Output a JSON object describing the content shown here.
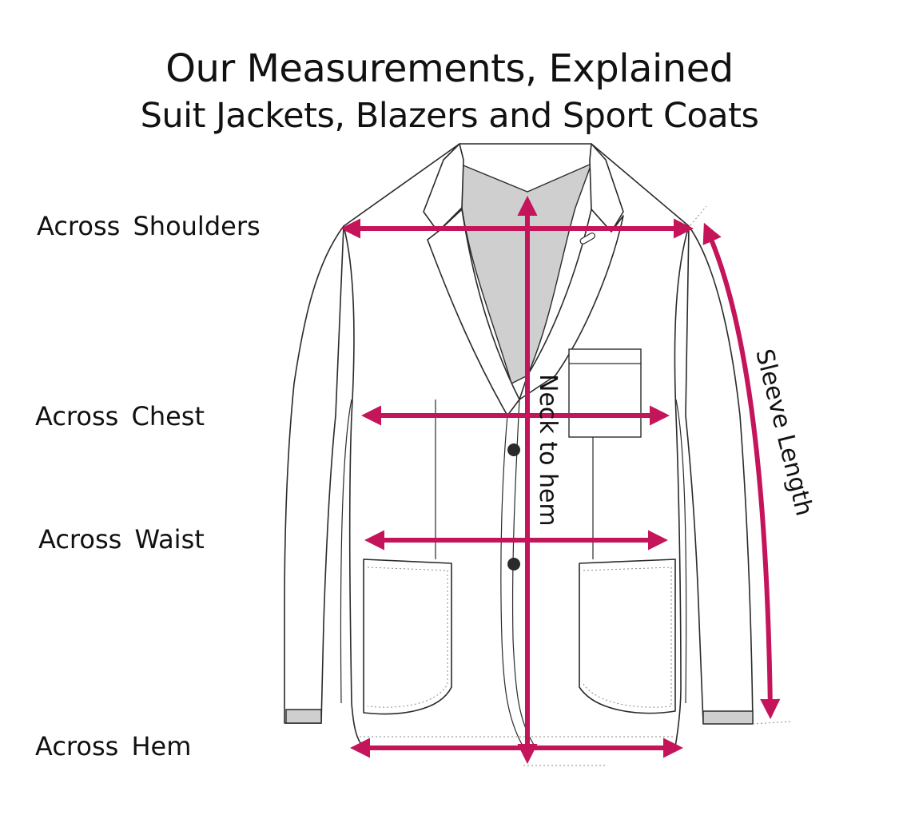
{
  "title": "Our Measurements, Explained",
  "subtitle": "Suit Jackets, Blazers and Sport Coats",
  "labels": {
    "shoulders": "Across  Shoulders",
    "chest": "Across  Chest",
    "waist": "Across  Waist",
    "hem": "Across  Hem",
    "neck_to_hem": "Neck to hem",
    "sleeve_length": "Sleeve Length"
  },
  "colors": {
    "arrow": "#c4145a",
    "outline": "#2a2a2a",
    "lining": "#cfcfcf",
    "background": "#ffffff"
  },
  "icons": {
    "garment": "suit-jacket-flat-sketch",
    "arrow": "double-headed-arrow"
  }
}
